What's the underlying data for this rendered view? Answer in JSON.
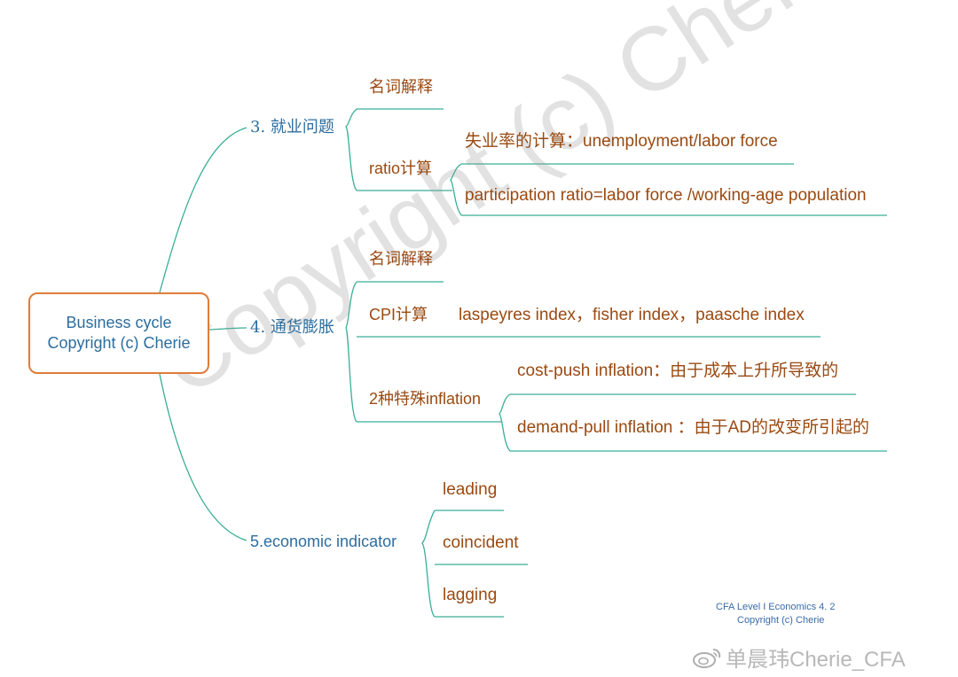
{
  "colors": {
    "line": "#3aae96",
    "box": "#e07b39",
    "branch_text": "#2d6d9e",
    "leaf_text": "#9a4a12"
  },
  "root": {
    "line1": "Business cycle",
    "line2": "Copyright (c) Cherie"
  },
  "branches": {
    "employment": {
      "title": "3. 就业问题",
      "definitions": "名词解释",
      "ratio": {
        "label": "ratio计算",
        "unemployment": "失业率的计算：unemployment/labor force",
        "participation": "participation ratio=labor force /working-age population"
      }
    },
    "inflation": {
      "title": "4. 通货膨胀",
      "definitions": "名词解释",
      "cpi": {
        "label": "CPI计算",
        "indexes": "laspeyres index，fisher index，paasche index"
      },
      "special": {
        "label": "2种特殊inflation",
        "cost_push": "cost-push inflation：由于成本上升所导致的",
        "demand_pull": "demand-pull inflation ：由于AD的改变所引起的"
      }
    },
    "indicator": {
      "title": "5.economic indicator",
      "leading": "leading",
      "coincident": "coincident",
      "lagging": "lagging"
    }
  },
  "footer": {
    "line1": "CFA  Level  I  Economics  4. 2",
    "line2": "Copyright (c) Cherie"
  },
  "watermark": "Copyright (c) Cherie",
  "weibo": {
    "icon": "weibo-icon",
    "text": "单晨玮Cherie_CFA"
  }
}
